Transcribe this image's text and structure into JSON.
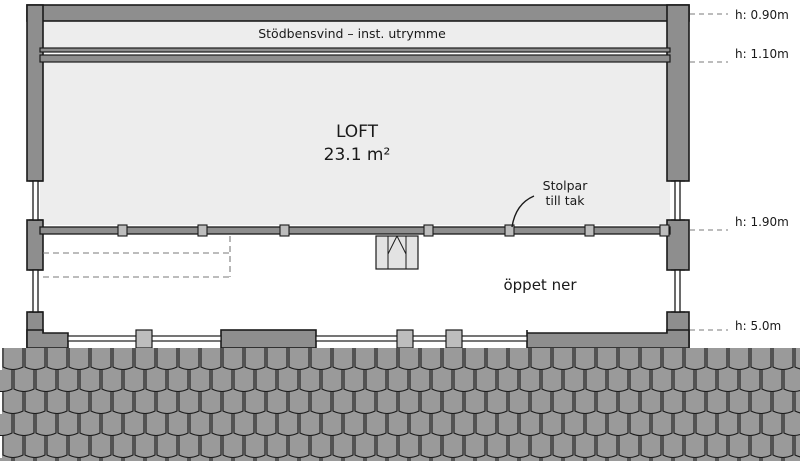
{
  "rooms": {
    "eaves_storage": "Stödbensvind – inst. utrymme",
    "loft_name": "LOFT",
    "loft_area": "23.1 m²",
    "open_below": "öppet ner"
  },
  "annotations": {
    "post_pairs_line1": "Stolpar",
    "post_pairs_line2": "till tak"
  },
  "heights": [
    "h: 0.90m",
    "h: 1.10m",
    "h: 1.90m",
    "h: 5.0m"
  ],
  "colors": {
    "wall": "#8e8e8e",
    "floor": "#ededed",
    "line": "#1a1a1a",
    "roof": "#9a9a9a"
  }
}
